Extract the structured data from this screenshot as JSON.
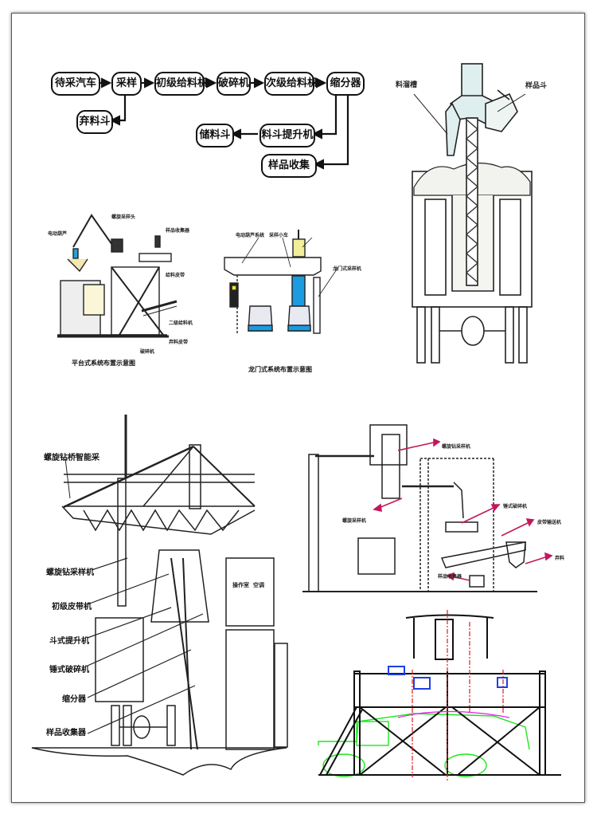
{
  "flowchart": {
    "nodes": [
      {
        "id": "n1",
        "label": "待采汽车"
      },
      {
        "id": "n2",
        "label": "采样"
      },
      {
        "id": "n3",
        "label": "初级给料机"
      },
      {
        "id": "n4",
        "label": "破碎机"
      },
      {
        "id": "n5",
        "label": "次级给料机"
      },
      {
        "id": "n6",
        "label": "缩分器"
      },
      {
        "id": "n7",
        "label": "弃料斗"
      },
      {
        "id": "n8",
        "label": "储料斗"
      },
      {
        "id": "n9",
        "label": "料斗提升机"
      },
      {
        "id": "n10",
        "label": "样品收集"
      }
    ],
    "edges": [
      [
        "n1",
        "n2"
      ],
      [
        "n2",
        "n3"
      ],
      [
        "n3",
        "n4"
      ],
      [
        "n4",
        "n5"
      ],
      [
        "n5",
        "n6"
      ],
      [
        "n2",
        "n7"
      ],
      [
        "n6",
        "n9"
      ],
      [
        "n9",
        "n8"
      ],
      [
        "n6",
        "n10"
      ]
    ]
  },
  "auger_diagram": {
    "labels": {
      "left": "料溜槽",
      "right": "样品斗"
    }
  },
  "platform_diagram": {
    "caption": "平台式系统布置示意图",
    "labels": [
      "螺旋采样头",
      "电动葫芦",
      "样品收集器",
      "给料皮带",
      "二级给料机",
      "弃料皮带",
      "破碎机"
    ]
  },
  "gantry_diagram": {
    "caption": "龙门式系统布置示意图",
    "labels": [
      "电动葫芦系统",
      "采样小车",
      "龙门式采样机"
    ]
  },
  "bridge_diagram": {
    "labels": [
      "螺旋钻桥智能采",
      "螺旋钻采样机",
      "初级皮带机",
      "斗式提升机",
      "锤式破碎机",
      "缩分器",
      "样品收集器"
    ],
    "cabin_labels": [
      "操作室",
      "空调"
    ]
  },
  "arm_diagram": {
    "labels": [
      "螺旋钻采样机",
      "螺旋采样机",
      "锤式破碎机",
      "皮带输送机",
      "弃料",
      "样品收集器"
    ],
    "arrow_color": "#c2185b"
  },
  "cad_diagram": {
    "colors": {
      "truck": "#1ee61e",
      "centerline": "#e31b1b",
      "bolt": "#1f3fe0",
      "hose": "#e020e0",
      "frame": "#111111"
    }
  }
}
